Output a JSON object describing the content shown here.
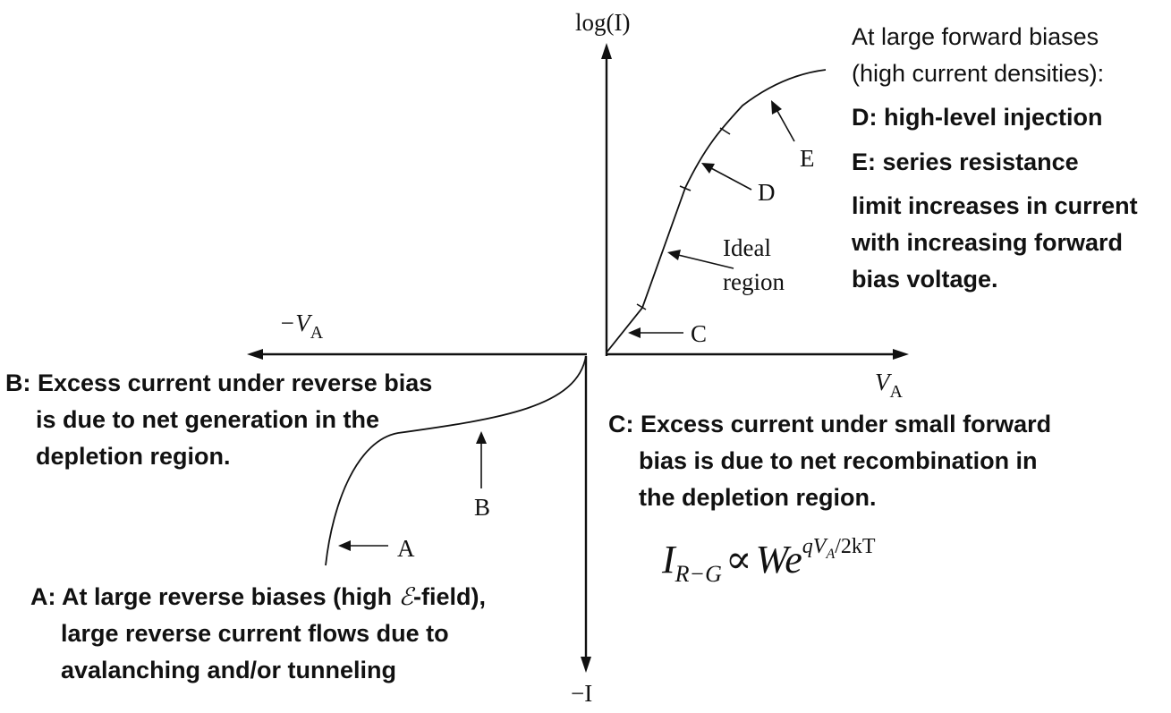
{
  "axes": {
    "y_top": "log(I)",
    "y_bottom": "−I",
    "x_right": "V",
    "x_right_sub": "A",
    "x_left": "−V",
    "x_left_sub": "A"
  },
  "region_labels": {
    "A": "A",
    "B": "B",
    "C": "C",
    "D": "D",
    "E": "E",
    "ideal_line1": "Ideal",
    "ideal_line2": "region"
  },
  "notes": {
    "forward": {
      "line1": "At large forward biases",
      "line2": "(high current densities):",
      "d": "D: high-level injection",
      "e": "E: series resistance",
      "rest1": "limit increases in current",
      "rest2": "with increasing forward",
      "rest3": "bias voltage."
    },
    "b": {
      "line1": "B: Excess current under reverse bias",
      "line2": "is due to net generation in the",
      "line3": "depletion region."
    },
    "c": {
      "line1": "C: Excess current under small forward",
      "line2": "bias is due to net recombination in",
      "line3": "the depletion region."
    },
    "a": {
      "line1_pre": "A: At large reverse biases (high ",
      "line1_field": "ℰ",
      "line1_post": "-field),",
      "line2": "large reverse current flows due to",
      "line3": "avalanching and/or tunneling"
    }
  },
  "formula": {
    "I": "I",
    "sub": "R−G",
    "prop": "∝",
    "W": "W",
    "e": "e",
    "exp_q": "qV",
    "exp_sub": "A",
    "exp_rest": "/2kT"
  }
}
